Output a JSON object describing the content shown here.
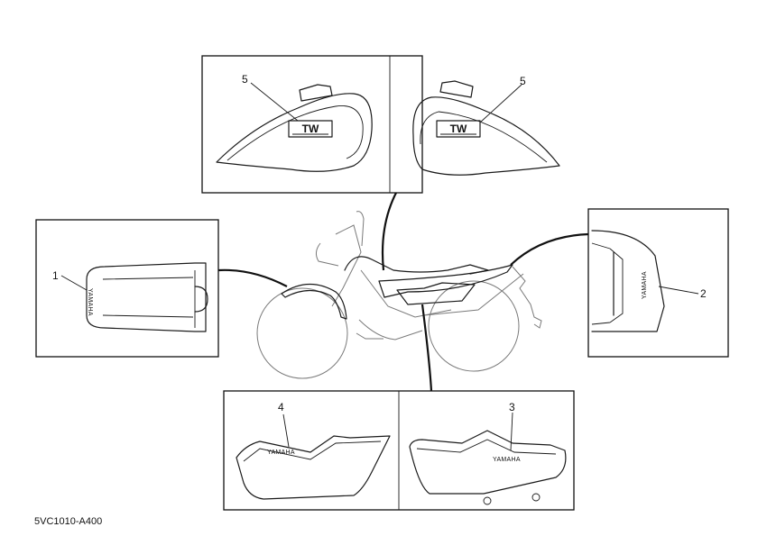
{
  "diagram_code": "5VC1010-A400",
  "callouts": {
    "seat_decal": "1",
    "tail_cover_decal": "2",
    "side_cover_right": "3",
    "side_cover_left": "4",
    "tank_decal_left": "5",
    "tank_decal_right": "5"
  },
  "labels": {
    "brand": "YAMAHA",
    "tw_logo": "TW"
  }
}
